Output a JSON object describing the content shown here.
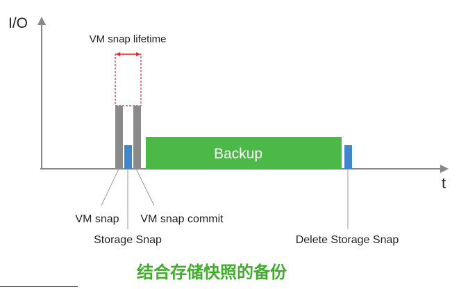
{
  "diagram": {
    "y_axis_label": "I/O",
    "x_axis_label": "t",
    "lifetime_label": "VM snap lifetime",
    "backup_label": "Backup",
    "vm_snap_label": "VM snap",
    "storage_snap_label": "Storage Snap",
    "vm_snap_commit_label": "VM snap commit",
    "delete_storage_snap_label": "Delete Storage Snap"
  },
  "caption": "结合存储快照的备份",
  "colors": {
    "axis": "#888888",
    "vm_snap_bar": "#8a8a8a",
    "storage_bar": "#3f86cc",
    "backup_bar": "#4cb848",
    "lifetime_marker": "#e2262c",
    "caption_text": "#3fae2a"
  }
}
